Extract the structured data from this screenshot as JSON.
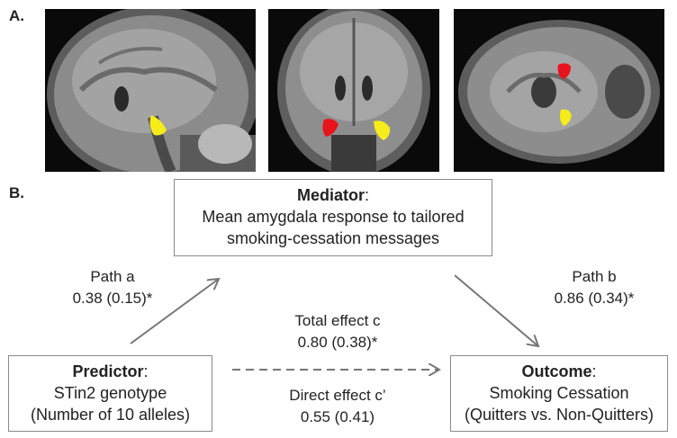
{
  "panel_a_label": "A.",
  "panel_b_label": "B.",
  "mediator": {
    "title": "Mediator",
    "line1": "Mean amygdala response to tailored",
    "line2": "smoking-cessation messages"
  },
  "predictor": {
    "title": "Predictor",
    "line1": "STin2 genotype",
    "line2": "(Number of 10 alleles)"
  },
  "outcome": {
    "title": "Outcome",
    "line1": "Smoking Cessation",
    "line2": "(Quitters vs. Non-Quitters)"
  },
  "path_a": {
    "label": "Path a",
    "value": "0.38 (0.15)*"
  },
  "path_b": {
    "label": "Path b",
    "value": "0.86 (0.34)*"
  },
  "total_effect": {
    "label": "Total effect c",
    "value": "0.80 (0.38)*"
  },
  "direct_effect": {
    "label": "Direct effect c’",
    "value": "0.55 (0.41)"
  },
  "colors": {
    "red_roi": "#e8141c",
    "yellow_roi": "#f5ec1a",
    "arrow": "#777777"
  }
}
